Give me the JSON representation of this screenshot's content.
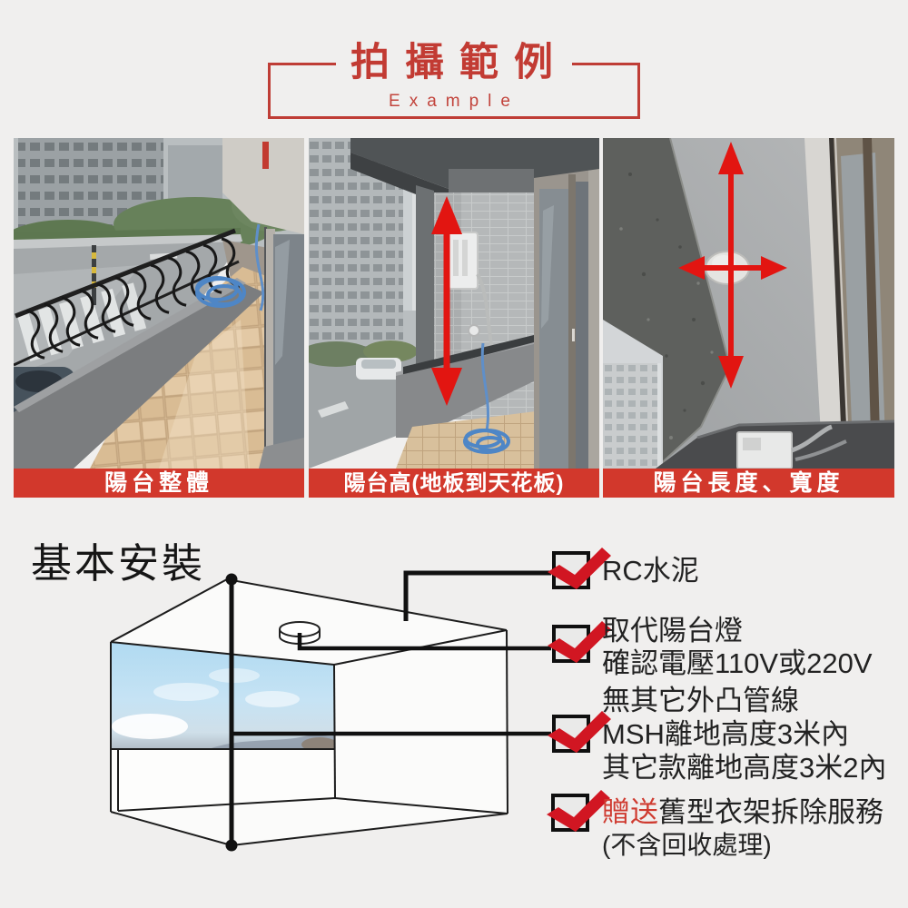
{
  "colors": {
    "background": "#f0efee",
    "accent_red": "#c23b33",
    "label_bar_red": "#d2382c",
    "check_red": "#d11622",
    "arrow_red": "#e21511",
    "highlight_red": "#cf3b30",
    "text_dark": "#222222"
  },
  "header": {
    "title": "拍攝範例",
    "subtitle": "Example"
  },
  "photos": [
    {
      "label": "陽台整體"
    },
    {
      "label": "陽台高(地板到天花板)"
    },
    {
      "label": "陽台長度、寬度"
    }
  ],
  "installation": {
    "heading": "基本安裝",
    "checklist": [
      {
        "lines": [
          "RC水泥"
        ]
      },
      {
        "lines": [
          "取代陽台燈",
          "確認電壓110V或220V"
        ]
      },
      {
        "lines": [
          "無其它外凸管線",
          "MSH離地高度3米內",
          "其它款離地高度3米2內"
        ]
      },
      {
        "highlight": "贈送",
        "rest": "舊型衣架拆除服務",
        "note": "(不含回收處理)"
      }
    ]
  }
}
